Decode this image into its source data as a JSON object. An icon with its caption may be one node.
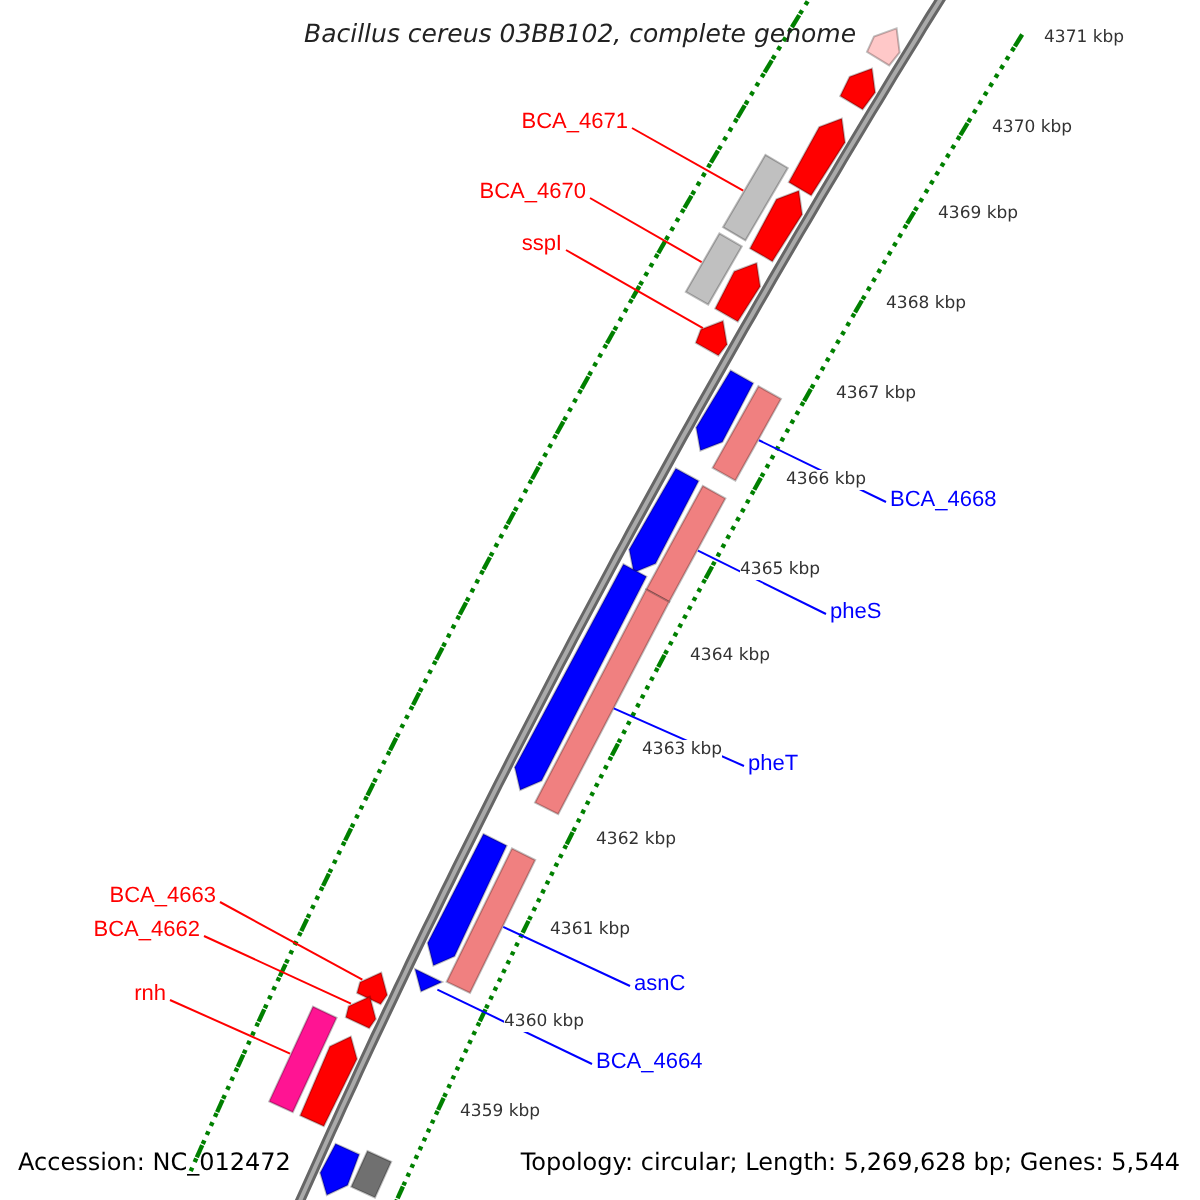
{
  "diagram": {
    "title": "Bacillus cereus 03BB102, complete genome",
    "nodes": [
      {
        "text": [
          "BCA_4671"
        ]
      },
      {
        "text": [
          "BCA_4670"
        ]
      },
      {
        "text": [
          "sspI"
        ]
      },
      {
        "text": [
          "BCA_4668"
        ]
      },
      {
        "text": [
          "pheS"
        ]
      },
      {
        "text": [
          "pheT"
        ]
      },
      {
        "text": [
          "BCA_4663"
        ]
      },
      {
        "text": [
          "BCA_4662"
        ]
      },
      {
        "text": [
          "asnC"
        ]
      },
      {
        "text": [
          "rnh"
        ]
      },
      {
        "text": [
          "BCA_4664"
        ]
      },
      {
        "text": [],
        "shape": "pentagon"
      },
      {
        "text": [],
        "shape": "pentagon"
      },
      {
        "text": [],
        "shape": "pentagon"
      },
      {
        "text": [],
        "shape": "bar"
      },
      {
        "text": [],
        "shape": "pentagon"
      },
      {
        "text": [],
        "shape": "bar"
      },
      {
        "text": [],
        "shape": "pentagon"
      },
      {
        "text": [],
        "shape": "pentagon"
      },
      {
        "text": [],
        "shape": "pentagon"
      },
      {
        "text": [],
        "shape": "bar"
      },
      {
        "text": [],
        "shape": "pentagon"
      },
      {
        "text": [],
        "shape": "bar"
      },
      {
        "text": [],
        "shape": "pentagon"
      },
      {
        "text": [],
        "shape": "bar"
      },
      {
        "text": [],
        "shape": "pentagon"
      },
      {
        "text": [],
        "shape": "bar"
      },
      {
        "text": [],
        "shape": "pentagon"
      },
      {
        "text": [],
        "shape": "pentagon"
      },
      {
        "text": [],
        "shape": "pentagon"
      },
      {
        "text": [],
        "shape": "bar"
      },
      {
        "text": [],
        "shape": "pentagon"
      },
      {
        "text": [],
        "shape": "bar"
      },
      {
        "text": [],
        "shape": "pentagon"
      }
    ],
    "edges": [
      {
        "from": 0,
        "to": 14,
        "arrow": "none"
      },
      {
        "from": 1,
        "to": 16,
        "arrow": "none"
      },
      {
        "from": 2,
        "to": 18,
        "arrow": "none"
      },
      {
        "from": 3,
        "to": 20,
        "arrow": "none",
        "color": "#0000ff"
      },
      {
        "from": 4,
        "to": 22,
        "arrow": "none",
        "color": "#0000ff"
      },
      {
        "from": 5,
        "to": 24,
        "arrow": "none",
        "color": "#0000ff"
      },
      {
        "from": 6,
        "to": 28,
        "arrow": "none"
      },
      {
        "from": 7,
        "to": 29,
        "arrow": "none"
      },
      {
        "from": 8,
        "to": 26,
        "arrow": "none",
        "color": "#0000ff"
      },
      {
        "from": 9,
        "to": 30,
        "arrow": "none"
      },
      {
        "from": 10,
        "to": 27,
        "arrow": "none",
        "color": "#0000ff"
      }
    ],
    "labels": [
      "4371 kbp",
      "4370 kbp",
      "4369 kbp",
      "4368 kbp",
      "4367 kbp",
      "4366 kbp",
      "4365 kbp",
      "4364 kbp",
      "4363 kbp",
      "4362 kbp",
      "4361 kbp",
      "4360 kbp",
      "4359 kbp",
      "Accession: NC_012472",
      "Topology: circular; Length: 5,269,628 bp; Genes: 5,544"
    ]
  }
}
